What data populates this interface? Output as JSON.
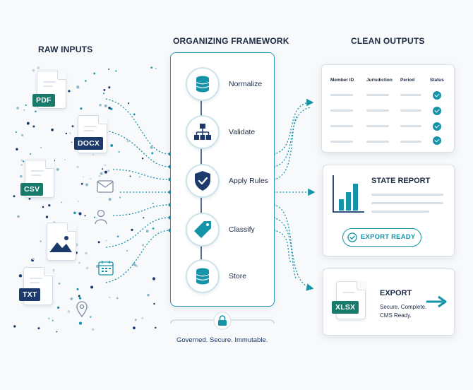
{
  "headings": {
    "raw_inputs": "RAW INPUTS",
    "framework": "ORGANIZING FRAMEWORK",
    "outputs": "CLEAN OUTPUTS"
  },
  "inputs": {
    "files": [
      {
        "tag": "PDF",
        "color": "#177a6b"
      },
      {
        "tag": "DOCX",
        "color": "#1b3a6b"
      },
      {
        "tag": "CSV",
        "color": "#177a6b"
      },
      {
        "tag": "TXT",
        "color": "#1b3a6b"
      }
    ],
    "icons": [
      "envelope-icon",
      "person-icon",
      "calendar-icon",
      "location-pin-icon",
      "image-icon"
    ]
  },
  "framework": {
    "steps": [
      {
        "label": "Normalize",
        "icon": "database-icon"
      },
      {
        "label": "Validate",
        "icon": "hierarchy-icon"
      },
      {
        "label": "Apply Rules",
        "icon": "shield-check-icon"
      },
      {
        "label": "Classify",
        "icon": "tag-icon"
      },
      {
        "label": "Store",
        "icon": "database-icon"
      }
    ],
    "footer": "Governed. Secure. Immutable.",
    "footer_icon": "lock-icon"
  },
  "outputs": {
    "table": {
      "columns": [
        "Member ID",
        "Jurisdiction",
        "Period",
        "Status"
      ],
      "row_count": 4
    },
    "state_report": {
      "title": "STATE REPORT",
      "badge": "EXPORT READY"
    },
    "export": {
      "file_tag": "XLSX",
      "title": "EXPORT",
      "line1": "Secure. Complete.",
      "line2": "CMS Ready."
    }
  },
  "colors": {
    "navy": "#1b3a6b",
    "teal": "#1593a8",
    "green": "#177a6b",
    "border": "#2a93b3"
  }
}
